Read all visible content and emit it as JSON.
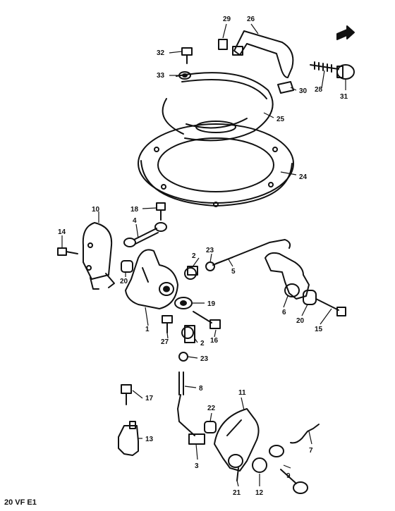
{
  "figure": {
    "footer_code": "20 VF E1"
  },
  "callouts": {
    "c1": "1",
    "c2a": "2",
    "c2b": "2",
    "c3": "3",
    "c4": "4",
    "c5": "5",
    "c6": "6",
    "c7": "7",
    "c8": "8",
    "c9": "9",
    "c10": "10",
    "c11": "11",
    "c12": "12",
    "c13": "13",
    "c14": "14",
    "c15": "15",
    "c16": "16",
    "c17": "17",
    "c18": "18",
    "c19": "19",
    "c20a": "20",
    "c20b": "20",
    "c21": "21",
    "c22": "22",
    "c23a": "23",
    "c23b": "23",
    "c24": "24",
    "c25": "25",
    "c26": "26",
    "c27": "27",
    "c28": "28",
    "c29": "29",
    "c30": "30",
    "c31": "31",
    "c32": "32",
    "c33": "33"
  },
  "icons": {
    "direction_arrow": "arrow-right-icon"
  }
}
